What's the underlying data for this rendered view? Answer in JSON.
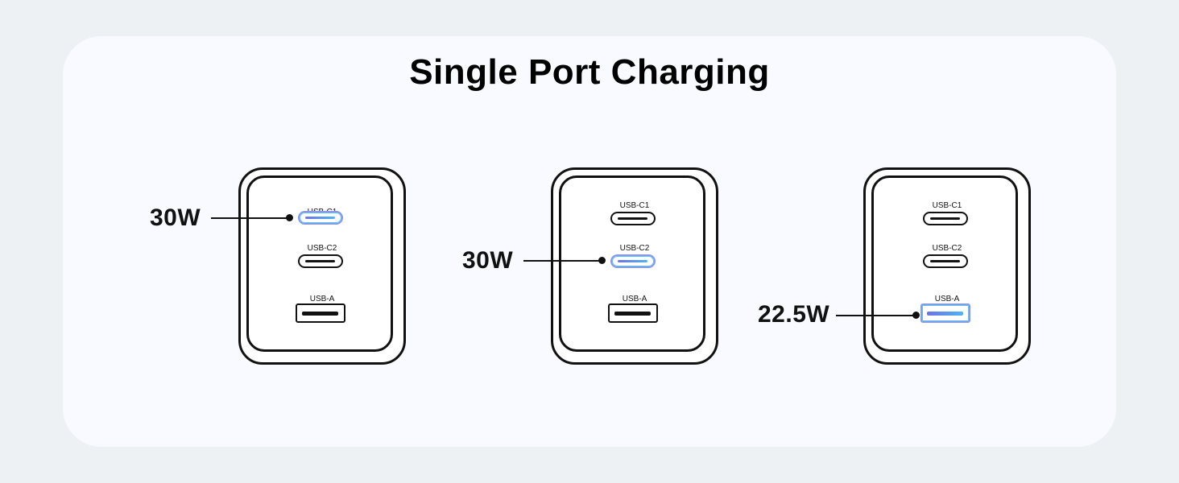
{
  "title": "Single Port Charging",
  "chargers": [
    {
      "ports": {
        "c1": "USB-C1",
        "c2": "USB-C2",
        "a": "USB-A"
      },
      "active_port": "USB-C1",
      "power": "30W"
    },
    {
      "ports": {
        "c1": "USB-C1",
        "c2": "USB-C2",
        "a": "USB-A"
      },
      "active_port": "USB-C2",
      "power": "30W"
    },
    {
      "ports": {
        "c1": "USB-C1",
        "c2": "USB-C2",
        "a": "USB-A"
      },
      "active_port": "USB-A",
      "power": "22.5W"
    }
  ],
  "colors": {
    "background": "#edf1f4",
    "card": "#f8faff",
    "outline": "#111111",
    "active_gradient_start": "#6c73e8",
    "active_gradient_end": "#4db4f2"
  },
  "icons": {
    "connector": "leader-line-with-dot"
  }
}
